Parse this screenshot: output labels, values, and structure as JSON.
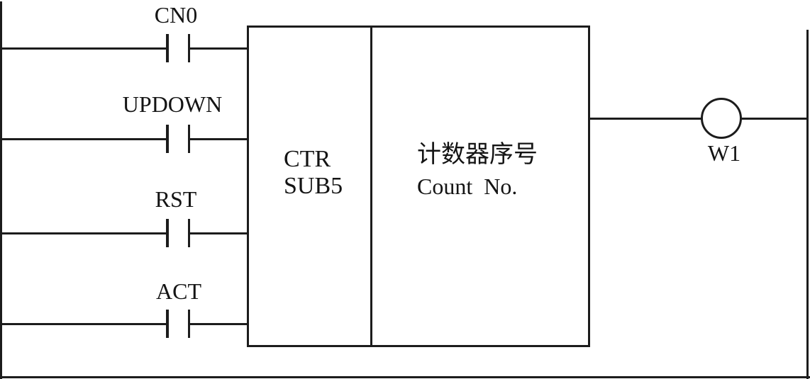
{
  "figure": {
    "type": "plc-ladder-counter-diagram",
    "colors": {
      "line": "#1c1c1c",
      "background": "#ffffff"
    },
    "contacts": [
      {
        "label": "CN0"
      },
      {
        "label": "UPDOWN"
      },
      {
        "label": "RST"
      },
      {
        "label": "ACT"
      }
    ],
    "function_block": {
      "instruction": "CTR",
      "sub_number": "SUB5",
      "param_label_cn": "计数器序号",
      "param_label_en": "Count  No."
    },
    "coil": {
      "label": "W1"
    }
  }
}
